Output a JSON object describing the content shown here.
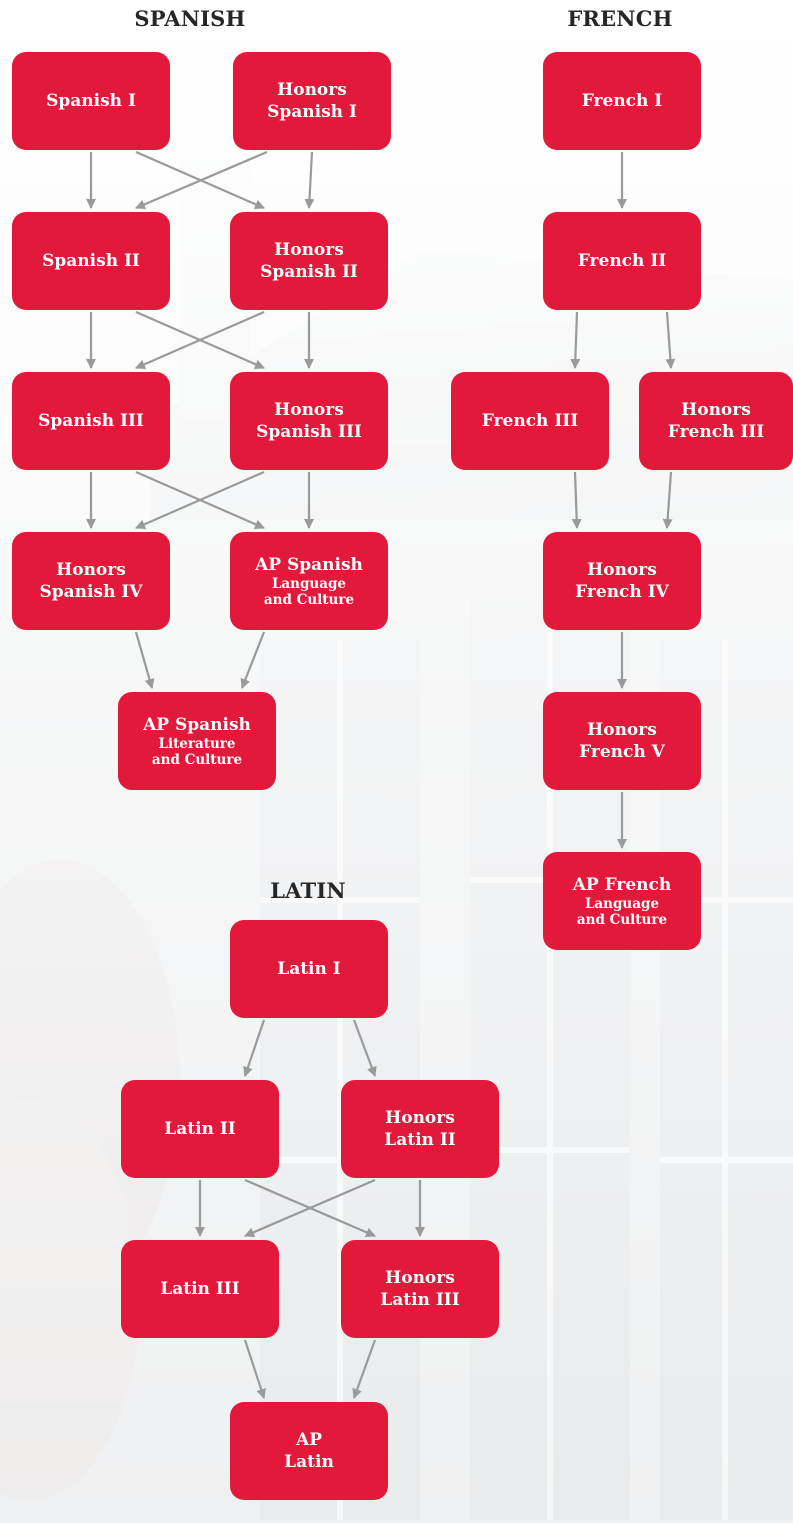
{
  "headings": {
    "spanish": "SPANISH",
    "french": "FRENCH",
    "latin": "LATIN"
  },
  "colors": {
    "node_fill": "#e3193b",
    "node_text": "#ffffff",
    "arrow": "#9a9a9a",
    "heading_text": "#262626"
  },
  "nodes": [
    {
      "id": "sp1",
      "lines": [
        "Spanish I"
      ]
    },
    {
      "id": "hsp1",
      "lines": [
        "Honors",
        "Spanish I"
      ]
    },
    {
      "id": "sp2",
      "lines": [
        "Spanish II"
      ]
    },
    {
      "id": "hsp2",
      "lines": [
        "Honors",
        "Spanish II"
      ]
    },
    {
      "id": "sp3",
      "lines": [
        "Spanish III"
      ]
    },
    {
      "id": "hsp3",
      "lines": [
        "Honors",
        "Spanish III"
      ]
    },
    {
      "id": "hsp4",
      "lines": [
        "Honors",
        "Spanish IV"
      ]
    },
    {
      "id": "apsl",
      "lines": [
        "AP Spanish",
        "Language",
        "and Culture"
      ]
    },
    {
      "id": "apslit",
      "lines": [
        "AP Spanish",
        "Literature",
        "and Culture"
      ]
    },
    {
      "id": "fr1",
      "lines": [
        "French I"
      ]
    },
    {
      "id": "fr2",
      "lines": [
        "French II"
      ]
    },
    {
      "id": "fr3",
      "lines": [
        "French III"
      ]
    },
    {
      "id": "hfr3",
      "lines": [
        "Honors",
        "French III"
      ]
    },
    {
      "id": "hfr4",
      "lines": [
        "Honors",
        "French IV"
      ]
    },
    {
      "id": "hfr5",
      "lines": [
        "Honors",
        "French V"
      ]
    },
    {
      "id": "apfl",
      "lines": [
        "AP French",
        "Language",
        "and Culture"
      ]
    },
    {
      "id": "la1",
      "lines": [
        "Latin I"
      ]
    },
    {
      "id": "la2",
      "lines": [
        "Latin II"
      ]
    },
    {
      "id": "hla2",
      "lines": [
        "Honors",
        "Latin II"
      ]
    },
    {
      "id": "la3",
      "lines": [
        "Latin III"
      ]
    },
    {
      "id": "hla3",
      "lines": [
        "Honors",
        "Latin III"
      ]
    },
    {
      "id": "apla",
      "lines": [
        "AP",
        "Latin"
      ]
    }
  ],
  "edges": [
    [
      "sp1",
      "sp2"
    ],
    [
      "sp1",
      "hsp2"
    ],
    [
      "hsp1",
      "sp2"
    ],
    [
      "hsp1",
      "hsp2"
    ],
    [
      "sp2",
      "sp3"
    ],
    [
      "sp2",
      "hsp3"
    ],
    [
      "hsp2",
      "sp3"
    ],
    [
      "hsp2",
      "hsp3"
    ],
    [
      "sp3",
      "hsp4"
    ],
    [
      "sp3",
      "apsl"
    ],
    [
      "hsp3",
      "hsp4"
    ],
    [
      "hsp3",
      "apsl"
    ],
    [
      "hsp4",
      "apslit"
    ],
    [
      "apsl",
      "apslit"
    ],
    [
      "fr1",
      "fr2"
    ],
    [
      "fr2",
      "fr3"
    ],
    [
      "fr2",
      "hfr3"
    ],
    [
      "fr3",
      "hfr4"
    ],
    [
      "hfr3",
      "hfr4"
    ],
    [
      "hfr4",
      "hfr5"
    ],
    [
      "hfr5",
      "apfl"
    ],
    [
      "la1",
      "la2"
    ],
    [
      "la1",
      "hla2"
    ],
    [
      "la2",
      "la3"
    ],
    [
      "la2",
      "hla3"
    ],
    [
      "hla2",
      "la3"
    ],
    [
      "hla2",
      "hla3"
    ],
    [
      "la3",
      "apla"
    ],
    [
      "hla3",
      "apla"
    ]
  ]
}
